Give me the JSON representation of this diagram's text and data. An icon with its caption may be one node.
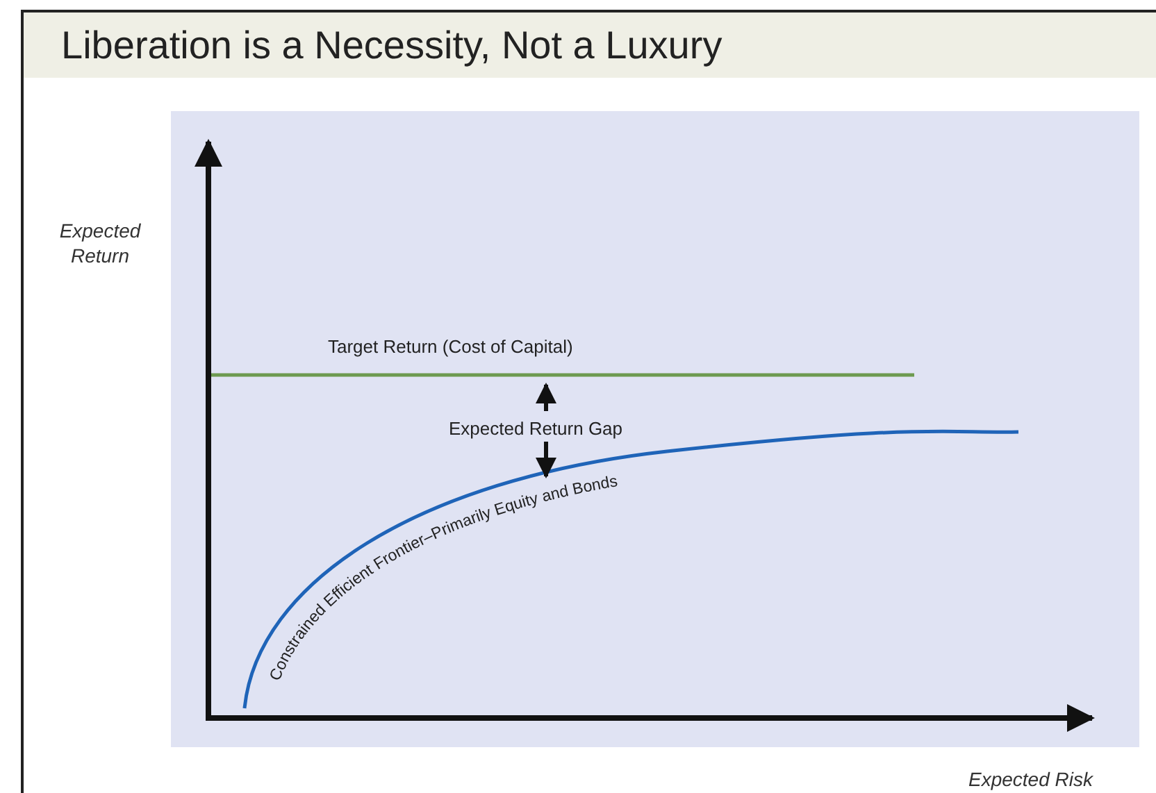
{
  "diagram": {
    "title": "Liberation is a Necessity, Not a Luxury",
    "labels": [
      "Expected Return",
      "Target Return (Cost of Capital)",
      "Expected Return Gap",
      "Constrained Efficient Frontier–Primarily Equity and Bonds",
      "Expected Risk"
    ]
  }
}
